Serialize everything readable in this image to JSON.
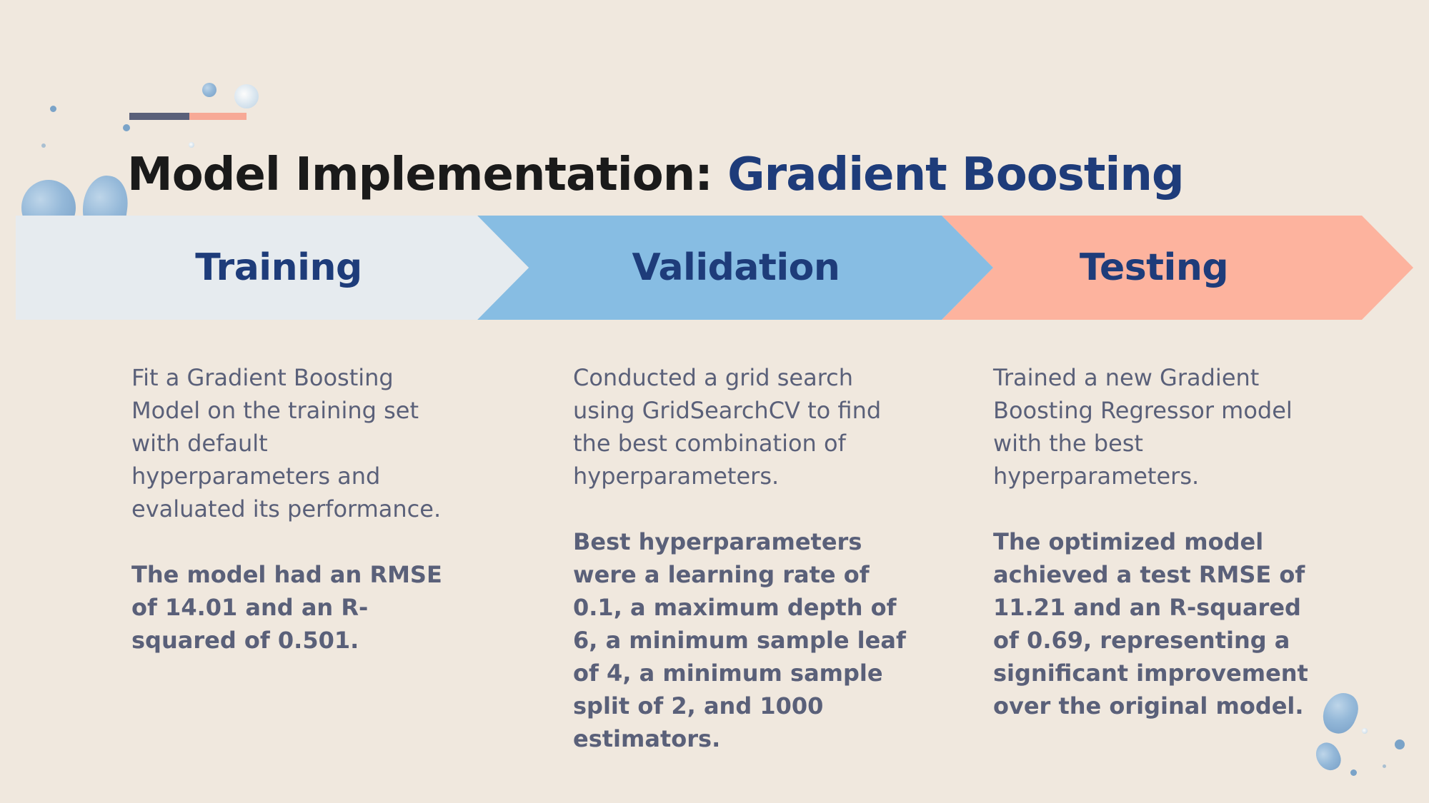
{
  "title": {
    "prefix": "Model Implementation: ",
    "highlight": "Gradient Boosting"
  },
  "colors": {
    "background": "#f0e8de",
    "title_dark": "#1a1a1a",
    "title_accent": "#1e3c7a",
    "stage_training": "#e6ebef",
    "stage_validation": "#87bde3",
    "stage_testing": "#fdb39e",
    "body_text": "#5a6079"
  },
  "stages": [
    {
      "label": "Training",
      "description": "Fit a Gradient Boosting Model on the training set with default hyperparameters and evaluated its performance.",
      "result": "The model had an RMSE of 14.01 and an R-squared of 0.501."
    },
    {
      "label": "Validation",
      "description": "Conducted a grid search using GridSearchCV to find the best combination of hyperparameters.",
      "result": "Best hyperparameters were a learning rate of 0.1, a maximum depth of 6, a minimum sample leaf of 4, a minimum sample split of 2, and 1000 estimators."
    },
    {
      "label": "Testing",
      "description": "Trained a new Gradient Boosting Regressor model with the best hyperparameters.",
      "result": "The optimized model achieved a test RMSE of 11.21 and an R-squared of 0.69, representing a significant improvement over the original model."
    }
  ]
}
